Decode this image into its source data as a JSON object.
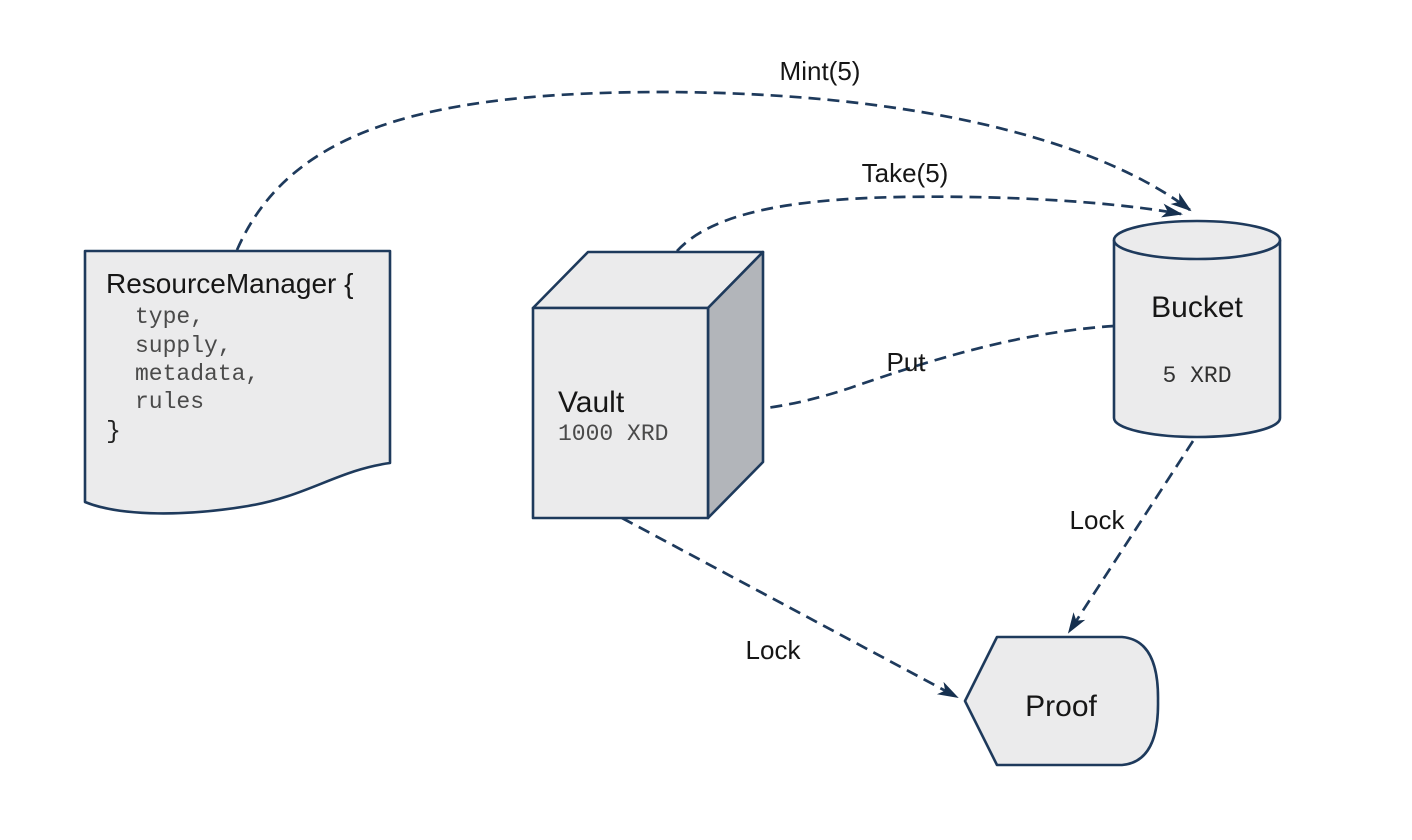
{
  "colors": {
    "background": "#ffffff",
    "stroke": "#1e3a5c",
    "arrow_fill": "#16304f",
    "node_fill": "#ebebec",
    "node_side_fill": "#b2b5ba",
    "label_text": "#161616",
    "mono_text": "#4a4a4a"
  },
  "nodes": {
    "resource_manager": {
      "title": "ResourceManager {",
      "fields": [
        "type,",
        "supply,",
        "metadata,",
        "rules"
      ],
      "closing_brace": "}"
    },
    "vault": {
      "title": "Vault",
      "amount": "1000 XRD"
    },
    "bucket": {
      "title": "Bucket",
      "amount": "5 XRD"
    },
    "proof": {
      "title": "Proof"
    }
  },
  "edges": {
    "mint": {
      "label": "Mint(5)",
      "from": "ResourceManager",
      "to": "Bucket"
    },
    "take": {
      "label": "Take(5)",
      "from": "Vault",
      "to": "Bucket"
    },
    "put": {
      "label": "Put",
      "from": "Bucket",
      "to": "Vault"
    },
    "lock_bucket": {
      "label": "Lock",
      "from": "Bucket",
      "to": "Proof"
    },
    "lock_vault": {
      "label": "Lock",
      "from": "Vault",
      "to": "Proof"
    }
  }
}
